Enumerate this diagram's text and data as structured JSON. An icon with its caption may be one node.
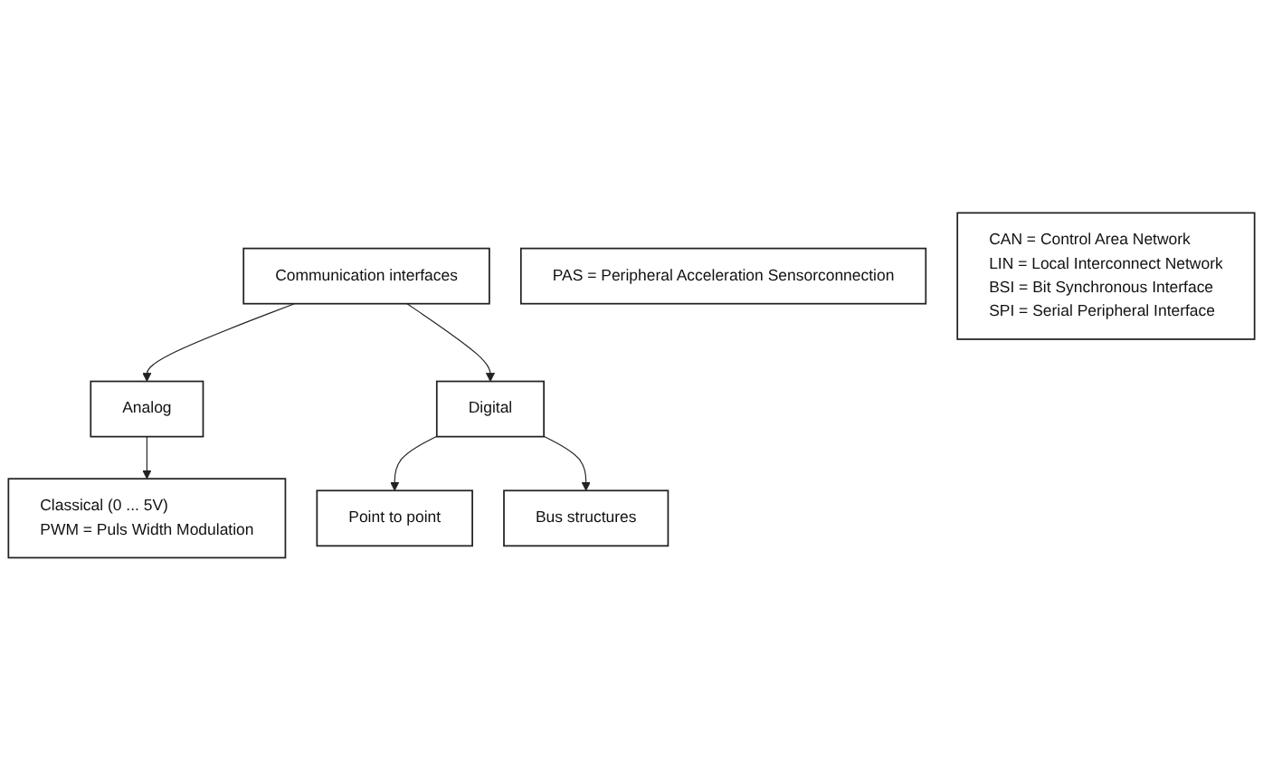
{
  "diagram": {
    "nodes": [
      {
        "text": [
          "Communication interfaces"
        ]
      },
      {
        "text": [
          "Analog"
        ]
      },
      {
        "text": [
          "Digital"
        ]
      },
      {
        "text": [
          "Point to point"
        ]
      },
      {
        "text": [
          "Bus structures"
        ]
      },
      {
        "text": [
          "Classical (0 ... 5V)",
          "PWM = Puls Width Modulation"
        ]
      },
      {
        "text": [
          "PAS = Peripheral Acceleration Sensorconnection"
        ]
      },
      {
        "text": [
          "CAN = Control Area Network",
          "LIN = Local Interconnect Network",
          "BSI = Bit Synchronous Interface",
          "SPI = Serial Peripheral Interface"
        ]
      }
    ],
    "edges": [
      {
        "from": 0,
        "to": 1,
        "arrow": "to"
      },
      {
        "from": 0,
        "to": 2,
        "arrow": "to"
      },
      {
        "from": 1,
        "to": 5,
        "arrow": "to"
      },
      {
        "from": 2,
        "to": 3,
        "arrow": "to"
      },
      {
        "from": 2,
        "to": 4,
        "arrow": "to"
      }
    ]
  }
}
